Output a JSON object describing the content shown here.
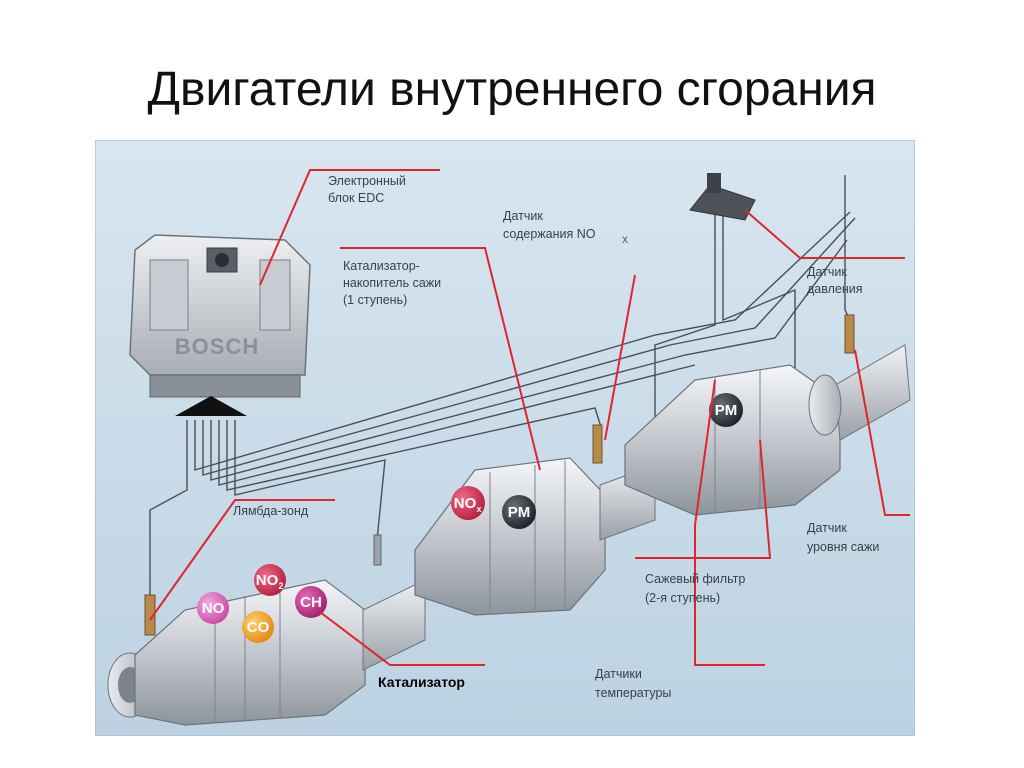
{
  "title": "Двигатели внутреннего сгорания",
  "diagram": {
    "brand": "BOSCH",
    "labels": {
      "edc_line1": "Электронный",
      "edc_line2": "блок EDC",
      "nox_line1": "Датчик",
      "nox_line2": "содержания NO",
      "nox_sub": "X",
      "cat1_line1": "Катализатор-",
      "cat1_line2": "накопитель сажи",
      "cat1_line3": "(1 ступень)",
      "pressure_line1": "Датчик",
      "pressure_line2": "давления",
      "lambda": "Лямбда-зонд",
      "soot_line1": "Датчик",
      "soot_line2": "уровня сажи",
      "filter_line1": "Сажевый фильтр",
      "filter_line2": "(2-я ступень)",
      "catalyst": "Катализатор",
      "temp_line1": "Датчики",
      "temp_line2": "температуры"
    },
    "badges": {
      "no": "NO",
      "no2": "NO",
      "no2_sub": "2",
      "co": "CO",
      "ch": "CH",
      "nox_center": "NO",
      "nox_center_sub": "x",
      "pm1": "PM",
      "pm2": "PM"
    },
    "colors": {
      "background": "#cfe0ec",
      "leader": "#e0252b",
      "badge_no": "#d75fb4",
      "badge_co": "#f0a020",
      "badge_ch": "#c23a8e",
      "badge_nox": "#c92a4a",
      "badge_pm": "#3b3f46"
    }
  }
}
